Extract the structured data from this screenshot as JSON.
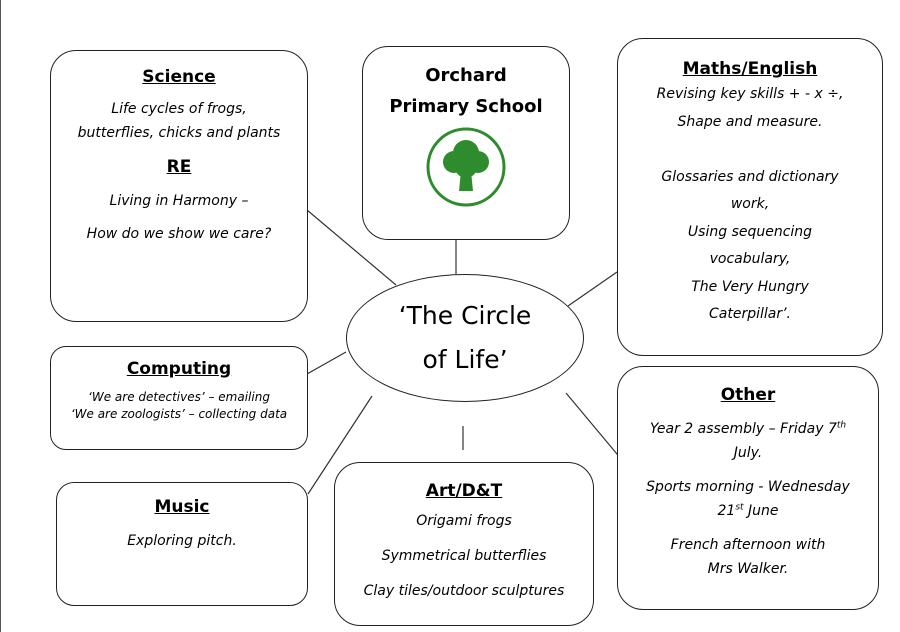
{
  "center": {
    "line1": "‘The Circle",
    "line2": "of Life’"
  },
  "school": {
    "line1": "Orchard",
    "line2": "Primary School",
    "logo_color": "#2e8b2e",
    "logo_icon": "tree-icon"
  },
  "science": {
    "title": "Science",
    "line1": "Life cycles of frogs,",
    "line2": "butterflies, chicks and plants",
    "re_title": "RE",
    "re_line1": "Living in Harmony –",
    "re_line2": "How do we show we care?"
  },
  "maths": {
    "title": "Maths/English",
    "lines": [
      "Revising key skills + - x ÷,",
      "Shape and measure.",
      "",
      "Glossaries and dictionary",
      "work,",
      "Using sequencing",
      "vocabulary,",
      "The Very Hungry",
      "Caterpillar’."
    ]
  },
  "computing": {
    "title": "Computing",
    "line1": "‘We are detectives’ – emailing",
    "line2": "‘We are zoologists’ – collecting data"
  },
  "other": {
    "title": "Other",
    "assembly_a": "Year 2 assembly – Friday 7",
    "assembly_sup": "th",
    "assembly_b": "July.",
    "sports_a": "Sports morning -  Wednesday",
    "sports_b": "21",
    "sports_sup": "st",
    "sports_c": " June",
    "french_a": "French afternoon with",
    "french_b": "Mrs Walker."
  },
  "music": {
    "title": "Music",
    "line1": "Exploring pitch."
  },
  "art": {
    "title": "Art/D&T",
    "line1": "Origami frogs",
    "line2": "Symmetrical butterflies",
    "line3": "Clay tiles/outdoor sculptures"
  }
}
